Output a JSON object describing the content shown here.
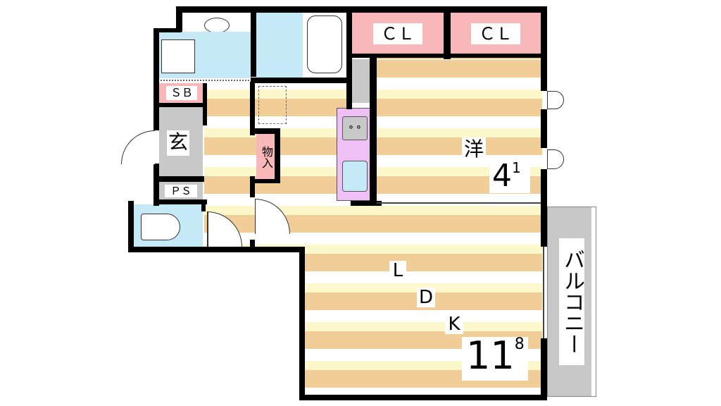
{
  "rooms": {
    "closet_1": "ＣＬ",
    "closet_2": "ＣＬ",
    "shoe_box": "ＳＢ",
    "entrance": "玄",
    "pipe_space": "ＰＳ",
    "storage": "物入",
    "western_room": {
      "label": "洋",
      "size_int": "4",
      "size_dec": "1"
    },
    "ldk": {
      "l": "L",
      "d": "D",
      "k": "K",
      "size_int": "11",
      "size_dec": "8"
    },
    "balcony": "バルコニー"
  },
  "colors": {
    "wall": "#000000",
    "wet_area": "#c6e9f8",
    "closet": "#f8b7b8",
    "floor": "#f1cd98",
    "kitchen": "#eec0f5",
    "gray": "#c8c8c8"
  }
}
